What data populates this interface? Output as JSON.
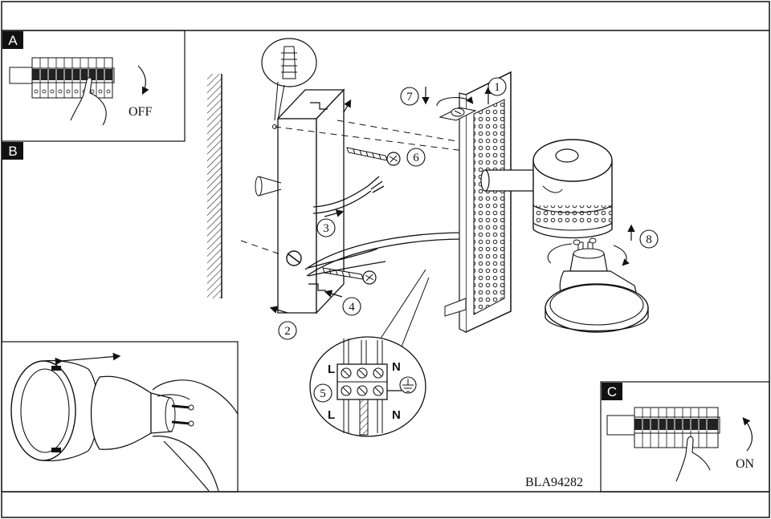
{
  "panels": {
    "a": {
      "letter": "A",
      "caption": "OFF"
    },
    "b": {
      "letter": "B"
    },
    "c": {
      "letter": "C",
      "caption": "ON"
    }
  },
  "steps": {
    "s1": "1",
    "s2": "2",
    "s3": "3",
    "s4": "4",
    "s5": "5",
    "s6": "6",
    "s7": "7",
    "s8": "8"
  },
  "terminal": {
    "l_top": "L",
    "n_top": "N",
    "l_bottom": "L",
    "n_bottom": "N"
  },
  "product_code": "BLA94282"
}
